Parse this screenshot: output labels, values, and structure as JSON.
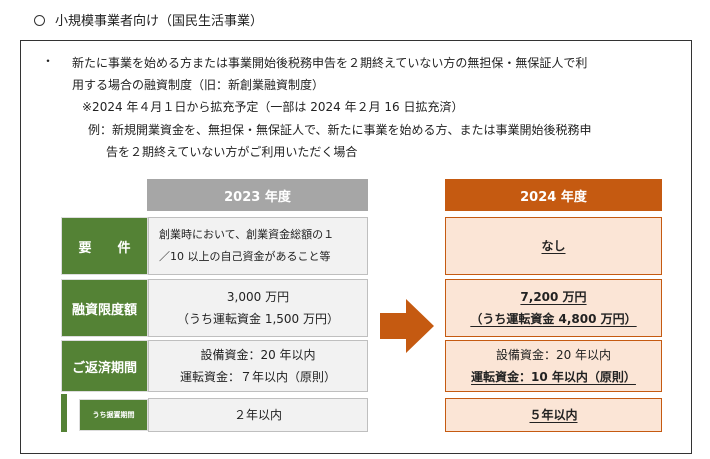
{
  "heading": "小規模事業者向け（国民生活事業）",
  "bullet_mark": "・",
  "intro": {
    "line1": "新たに事業を始める方または事業開始後税務申告を２期終えていない方の無担保・無保証人で利",
    "line2": "用する場合の融資制度（旧：新創業融資制度）",
    "note": "※2024 年４月１日から拡充予定（一部は 2024 年２月 16 日拡充済）",
    "example1": "例：新規開業資金を、無担保・無保証人で、新たに事業を始める方、または事業開始後税務申",
    "example2": "告を２期終えていない方がご利用いただく場合"
  },
  "table": {
    "header_2023": "2023 年度",
    "header_2024": "2024 年度",
    "rows": [
      {
        "label": "要　　件",
        "v2023": [
          "創業時において、創業資金総額の１",
          "／10 以上の自己資金があること等"
        ],
        "v2024": [
          "なし"
        ]
      },
      {
        "label": "融資限度額",
        "v2023": [
          "3,000 万円",
          "（うち運転資金 1,500 万円）"
        ],
        "v2024": [
          "7,200 万円",
          "（うち運転資金 4,800 万円）"
        ]
      },
      {
        "label": "ご返済期間",
        "v2023": [
          "設備資金：20 年以内",
          "運転資金：７年以内（原則）"
        ],
        "v2024": [
          "設備資金：20 年以内",
          "運転資金：10 年以内（原則）"
        ]
      },
      {
        "label": "うち据置期間",
        "v2023": [
          "２年以内"
        ],
        "v2024": [
          "５年以内"
        ]
      }
    ]
  },
  "colors": {
    "label_green": "#548235",
    "header_gray": "#a6a6a6",
    "header_orange": "#c55a11",
    "cell_gray": "#f2f2f2",
    "cell_peach": "#fbe5d6",
    "arrow": "#c55a11"
  },
  "icons": {
    "heading_marker": "circle-icon",
    "arrow": "right-arrow-icon"
  }
}
